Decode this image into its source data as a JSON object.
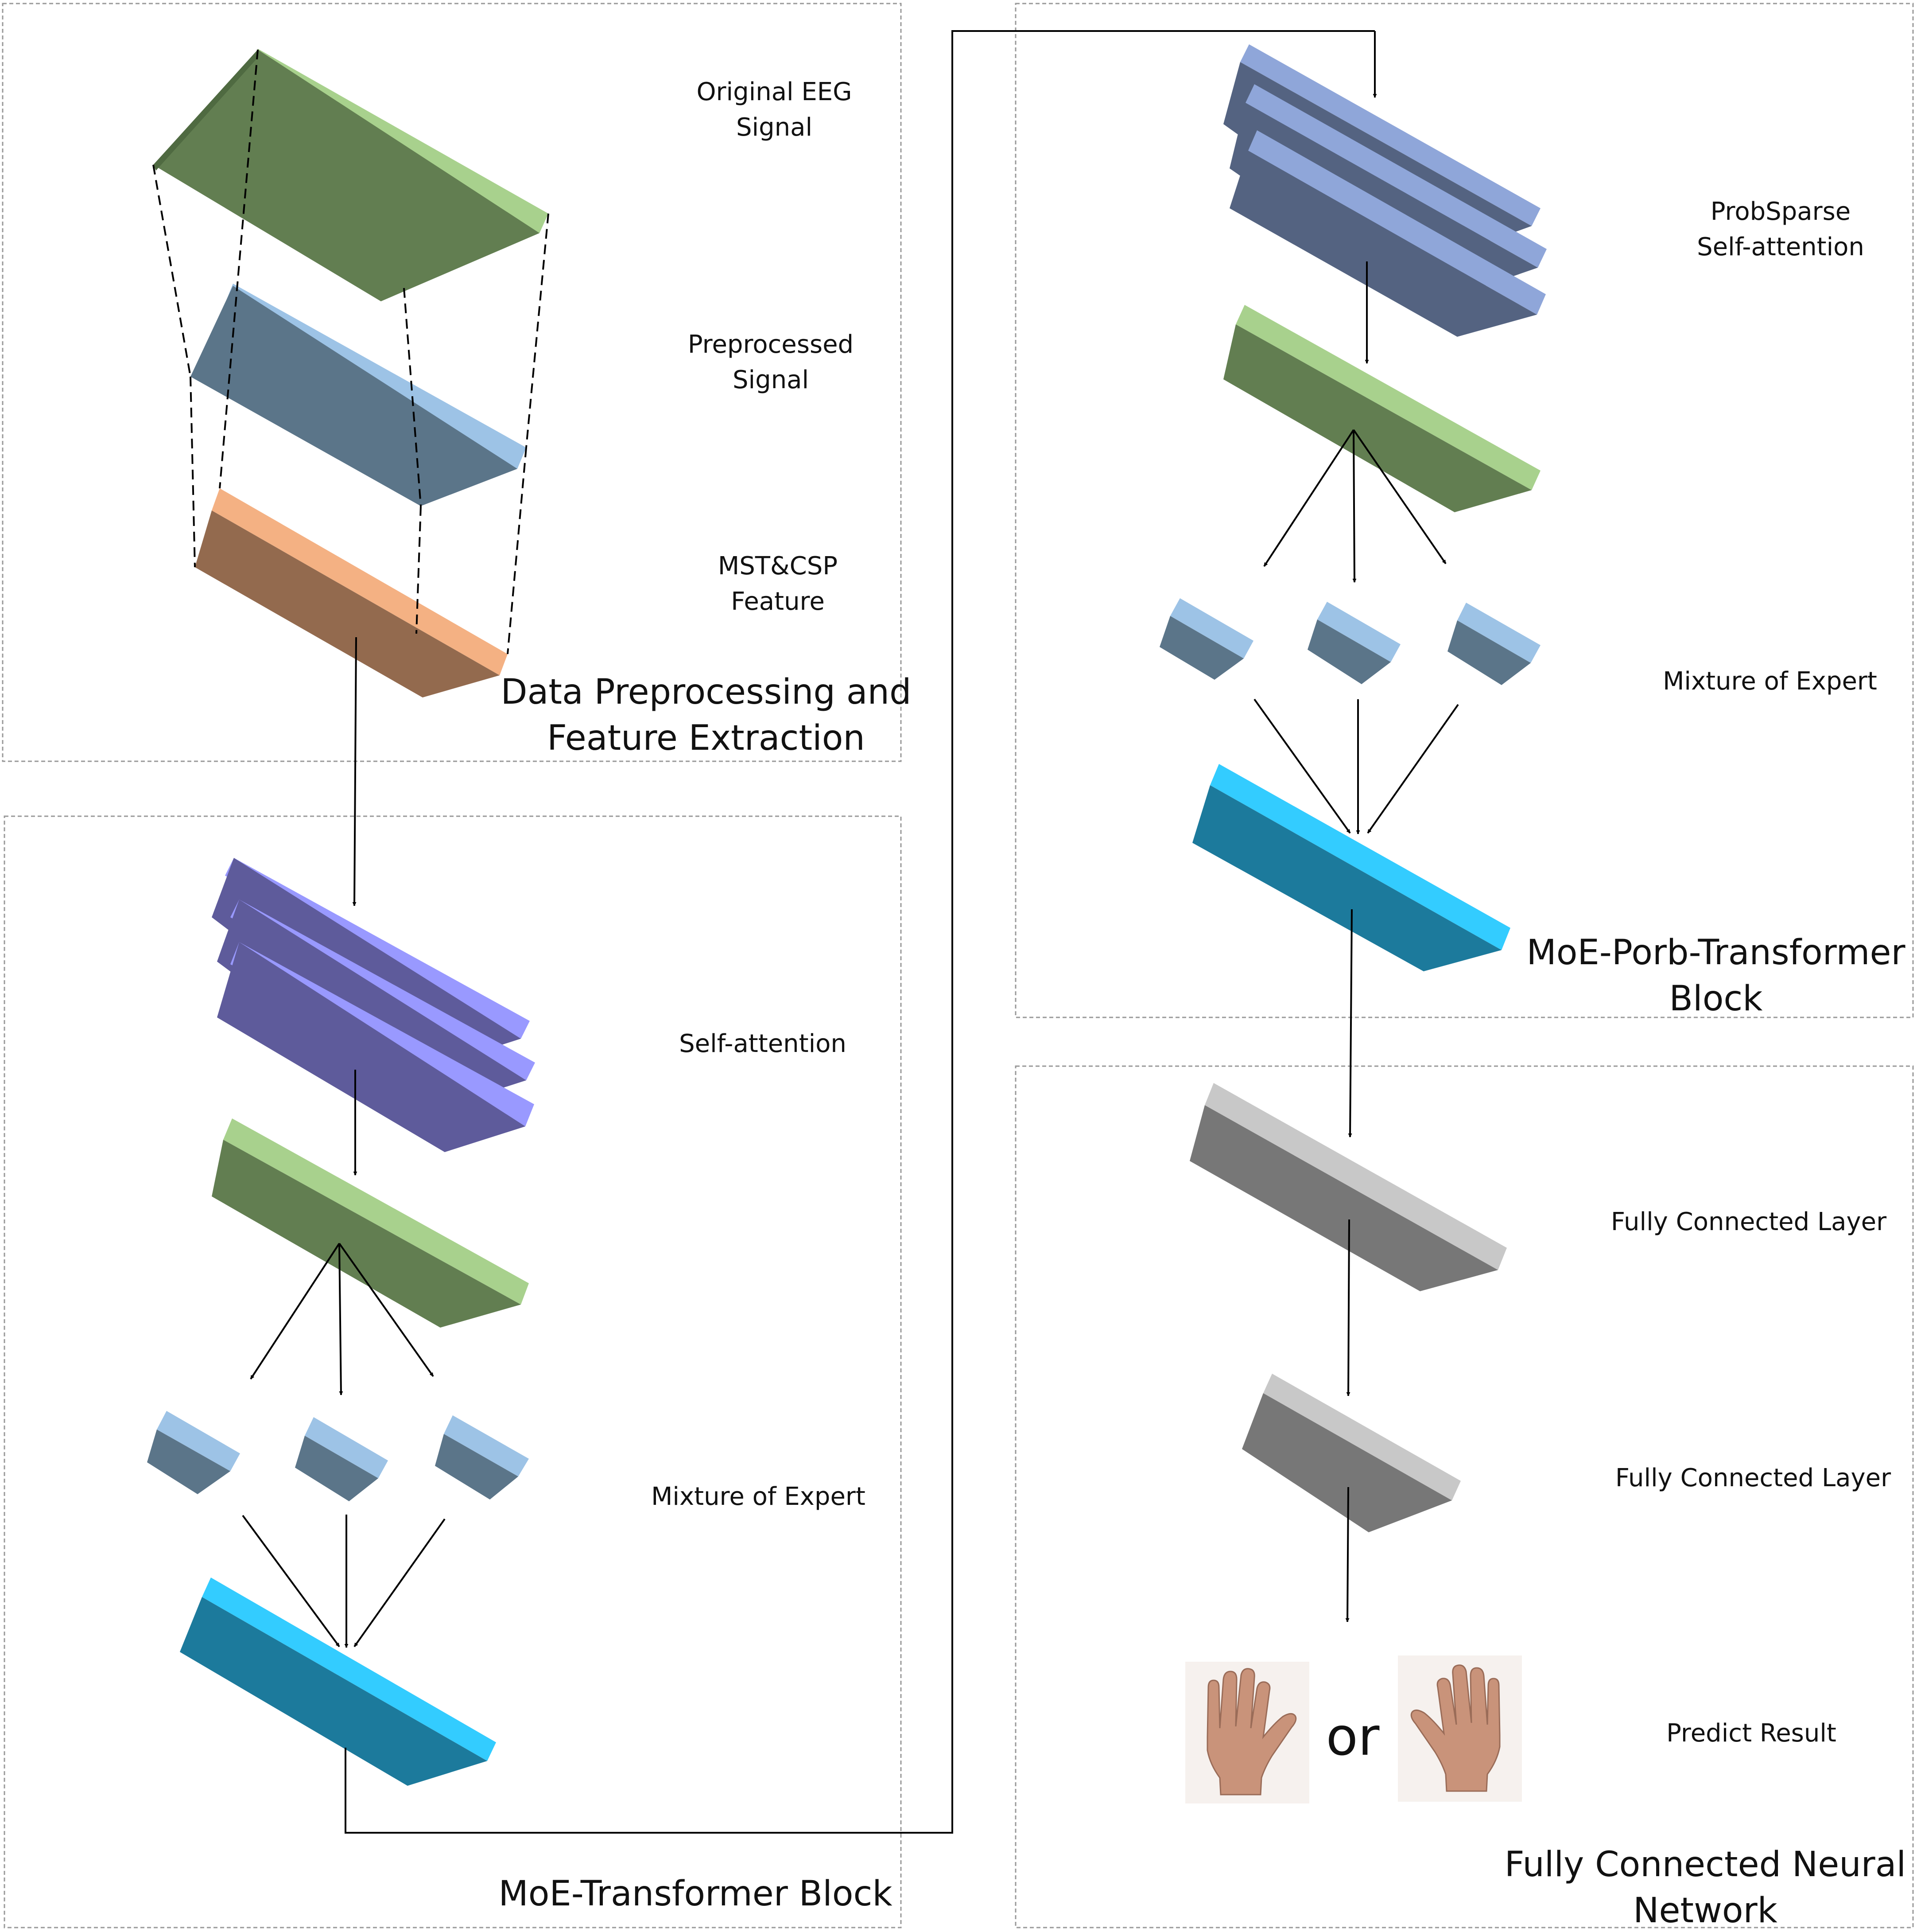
{
  "panels": {
    "preprocessing": {
      "title_line1": "Data Preprocessing and",
      "title_line2": "Feature Extraction",
      "labels": {
        "eeg_line1": "Original EEG",
        "eeg_line2": "Signal",
        "pre_line1": "Preprocessed",
        "pre_line2": "Signal",
        "feat_line1": "MST&CSP",
        "feat_line2": "Feature"
      }
    },
    "moe_transformer": {
      "title": "MoE-Transformer Block",
      "labels": {
        "attention": "Self-attention",
        "experts": "Mixture of Expert"
      }
    },
    "moe_prob": {
      "title_line1": "MoE-Porb-Transformer",
      "title_line2": "Block",
      "labels": {
        "attention_line1": "ProbSparse",
        "attention_line2": "Self-attention",
        "experts": "Mixture of Expert"
      }
    },
    "fcnn": {
      "title_line1": "Fully Connected Neural",
      "title_line2": "Network",
      "labels": {
        "fc1": "Fully Connected Layer",
        "fc2": "Fully Connected Layer",
        "or": "or",
        "predict": "Predict Result"
      }
    }
  },
  "colors": {
    "green_top": "#a8d18d",
    "green_face": "#627e51",
    "blue_top": "#9dc3e6",
    "blue_face": "#5b7589",
    "orange_top": "#f4b183",
    "orange_face": "#936a4e",
    "purple_top": "#9999ff",
    "purple_face": "#5e5b9b",
    "cyan_top": "#33ccff",
    "cyan_face": "#1c7a9c",
    "slate_top": "#8fa6d9",
    "slate_face": "#546381",
    "gray_top": "#c8c8c8",
    "gray_face": "#777777",
    "skin": "#c9937a"
  },
  "icons": [
    "left-hand-icon",
    "right-hand-icon"
  ]
}
